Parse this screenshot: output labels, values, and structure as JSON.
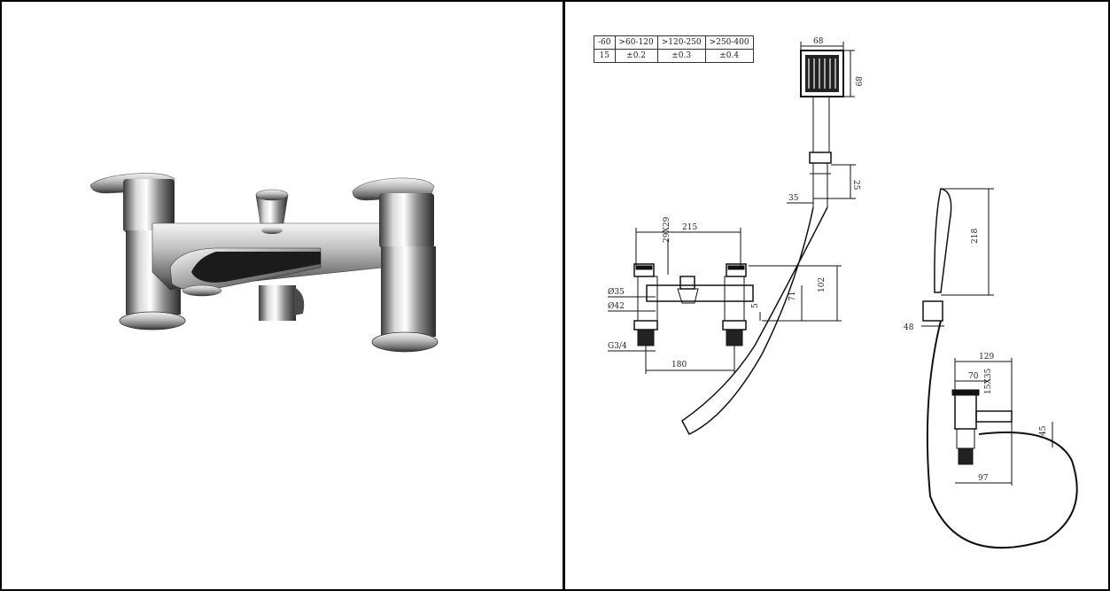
{
  "tolerance_table": {
    "headers": [
      "-60",
      ">60-120",
      ">120-250",
      ">250-400"
    ],
    "values": [
      "15",
      "±0.2",
      "±0.3",
      "±0.4"
    ]
  },
  "dimensions": {
    "handset_width": "68",
    "handset_height": "89",
    "holder_height": "25",
    "holder_width": "35",
    "center_width": "215",
    "spout_section": "29X29",
    "dia_inner": "Ø35",
    "dia_outer": "Ø42",
    "thread": "G3/4",
    "total_height": "102",
    "body_height": "71",
    "gap": "5",
    "centers": "180",
    "side_handset_height": "218",
    "side_bracket": "48",
    "side_depth": "129",
    "side_body": "70",
    "side_spout_section": "15X35",
    "side_spout_height": "45",
    "side_spout_reach": "97"
  }
}
